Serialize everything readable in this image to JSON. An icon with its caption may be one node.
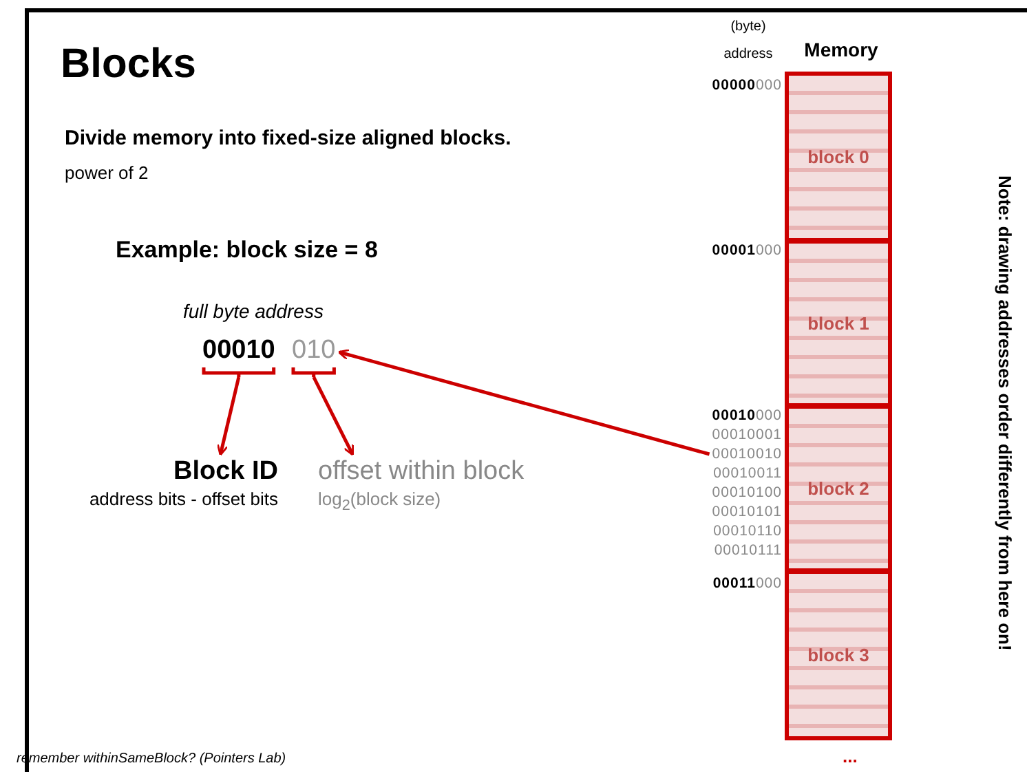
{
  "diagram": {
    "title": "Blocks",
    "nodes": [
      {
        "text": [
          "00010"
        ]
      },
      {
        "text": [
          "010"
        ]
      },
      {
        "text": [
          "Block ID",
          "address bits - offset bits"
        ]
      },
      {
        "text": [
          "offset within block",
          "log$_{2}$(block size)"
        ]
      },
      {
        "text": [
          "00010010"
        ]
      },
      {
        "text": [
          "Memory"
        ]
      },
      {
        "text": [
          "block 0"
        ],
        "in": 5
      },
      {
        "text": [
          "block 1"
        ],
        "in": 5
      },
      {
        "text": [
          "block 2"
        ],
        "in": 5
      },
      {
        "text": [
          "block 3"
        ],
        "in": 5
      }
    ],
    "edges": [
      {
        "from": 0,
        "to": 2,
        "arrow": "to"
      },
      {
        "from": 1,
        "to": 3,
        "arrow": "to"
      },
      {
        "from": 4,
        "to": 1,
        "arrow": "to"
      }
    ],
    "labels": [
      "Divide memory into fixed-size aligned blocks.",
      "power of 2",
      "Example:  block size = 8",
      "full byte address",
      "(byte) address",
      "**00000**000",
      "**00001**000",
      "**00010**000",
      "00010001",
      "00010011",
      "00010100",
      "00010101",
      "00010110",
      "00010111",
      "**00011**000",
      "...",
      "Note: drawing addresses order differently from here on!",
      "remember withinSameBlock? (Pointers Lab)"
    ]
  }
}
